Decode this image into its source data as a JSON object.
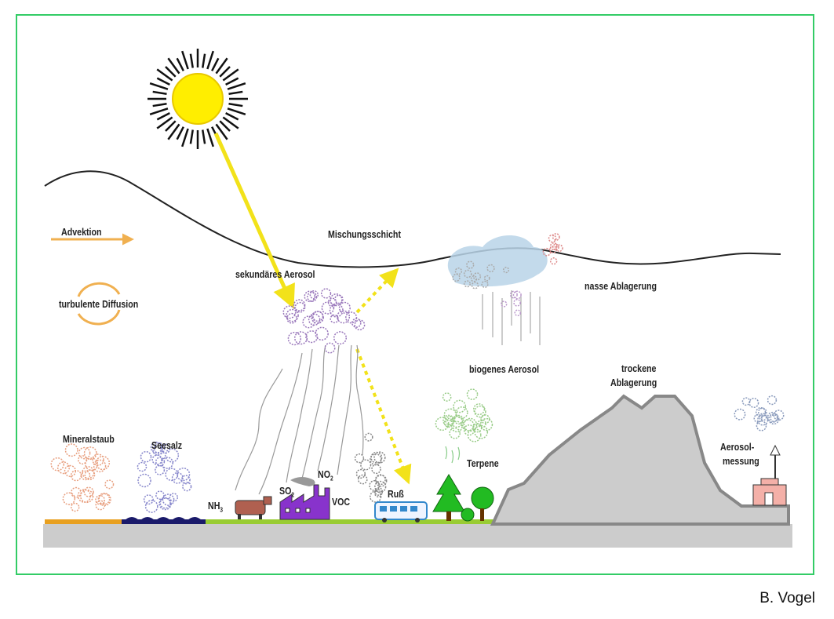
{
  "labels": {
    "advektion": "Advektion",
    "turbulente_diffusion": "turbulente Diffusion",
    "mischungsschicht": "Mischungsschicht",
    "sekundaeres_aerosol": "sekundäres Aerosol",
    "nasse_ablagerung": "nasse Ablagerung",
    "biogenes_aerosol": "biogenes Aerosol",
    "trockene_ablagerung_1": "trockene",
    "trockene_ablagerung_2": "Ablagerung",
    "mineralstaub": "Mineralstaub",
    "seesalz": "Seesalz",
    "nh3_base": "NH",
    "nh3_sub": "3",
    "so2_base": "SO",
    "so2_sub": "2",
    "no2_base": "NO",
    "no2_sub": "2",
    "voc": "VOC",
    "russ": "Ruß",
    "terpene": "Terpene",
    "aerosolmessung_1": "Aerosol-",
    "aerosolmessung_2": "messung"
  },
  "credit": "B. Vogel",
  "colors": {
    "frame": "#33cc66",
    "sun": "#ffee00",
    "arrow": "#f2e21a",
    "advection_arrow": "#f0b050",
    "ground": "#cccccc",
    "mountain_edge": "#888888",
    "tree": "#22bb22",
    "factory": "#8833cc",
    "cow": "#b06050",
    "bus": "#3388cc",
    "station": "#f4b0a8",
    "cloud": "#b8d4e8"
  }
}
